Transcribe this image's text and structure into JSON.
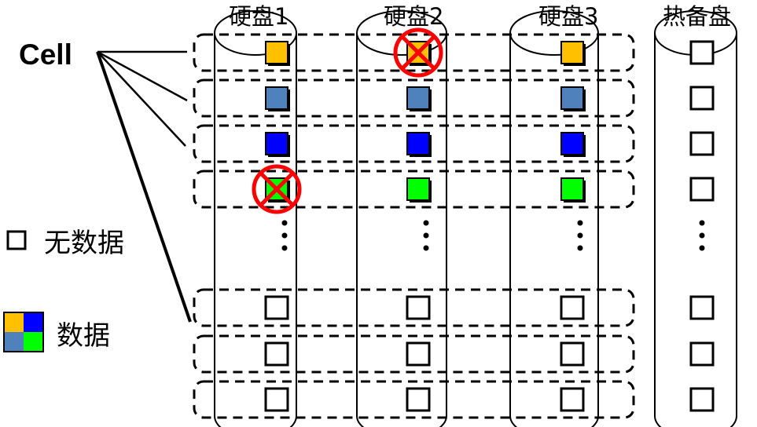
{
  "disks": [
    {
      "label": "硬盘1"
    },
    {
      "label": "硬盘2"
    },
    {
      "label": "硬盘3"
    },
    {
      "label": "热备盘"
    }
  ],
  "cell_label": "Cell",
  "legend": {
    "empty_label": "无数据",
    "data_label": "数据"
  },
  "colors": {
    "yellow": "#FFC000",
    "steel_blue": "#4F81BD",
    "blue": "#0000FF",
    "green": "#00FF00",
    "fail_red": "#FF0000",
    "stroke": "#000000"
  },
  "block_rows": [
    [
      "yellow",
      "yellow",
      "yellow",
      "empty"
    ],
    [
      "steel_blue",
      "steel_blue",
      "steel_blue",
      "empty"
    ],
    [
      "blue",
      "blue",
      "blue",
      "empty"
    ],
    [
      "green",
      "green",
      "green",
      "empty"
    ],
    [
      "ellipsis",
      "ellipsis",
      "ellipsis",
      "ellipsis"
    ],
    [
      "empty",
      "empty",
      "empty",
      "empty"
    ],
    [
      "empty",
      "empty",
      "empty",
      "empty"
    ],
    [
      "empty",
      "empty",
      "empty",
      "empty"
    ]
  ],
  "failures": [
    {
      "row": 0,
      "disk": 1
    },
    {
      "row": 3,
      "disk": 0
    }
  ]
}
